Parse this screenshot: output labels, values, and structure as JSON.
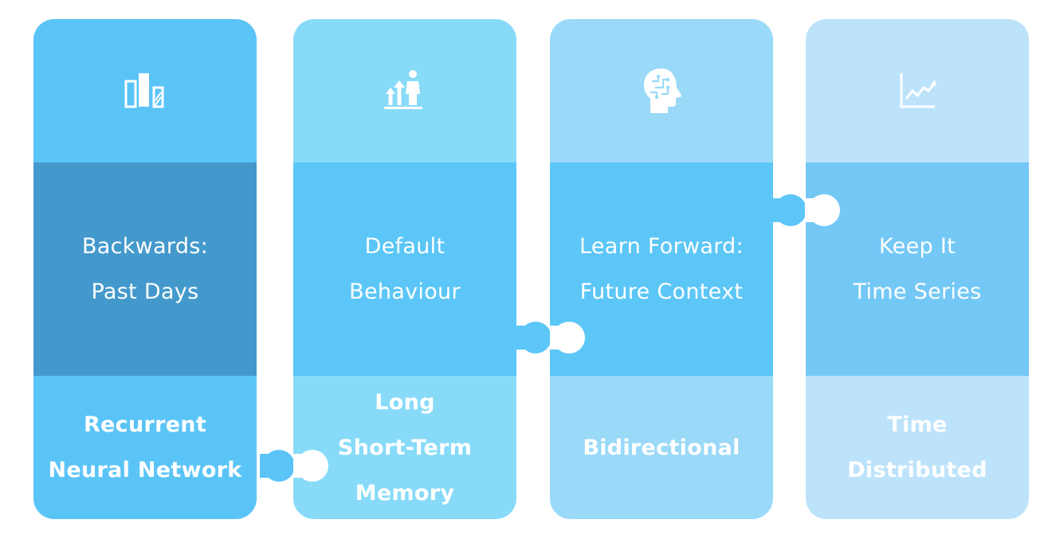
{
  "colors": {
    "col1": {
      "top": "#5bc4f7",
      "mid": "#4499cc",
      "bot": "#5bc4f7"
    },
    "col2": {
      "top": "#88dbf8",
      "mid": "#5bc6f7",
      "bot": "#88dbf8"
    },
    "col3": {
      "top": "#9ad9f8",
      "mid": "#5cc6f7",
      "bot": "#9ad9f8"
    },
    "col4": {
      "top": "#bde3fb",
      "mid": "#74c8f6",
      "bot": "#bde3fb"
    }
  },
  "columns": [
    {
      "icon": "bar-chart-icon",
      "mid_text": "Backwards:\nPast Days",
      "bottom_text": "Recurrent\nNeural Network"
    },
    {
      "icon": "growth-person-icon",
      "mid_text": "Default\nBehaviour",
      "bottom_text": "Long\nShort-Term\nMemory"
    },
    {
      "icon": "brain-head-icon",
      "mid_text": "Learn Forward:\nFuture Context",
      "bottom_text": "Bidirectional"
    },
    {
      "icon": "line-chart-icon",
      "mid_text": "Keep It\nTime Series",
      "bottom_text": "Time\nDistributed"
    }
  ]
}
